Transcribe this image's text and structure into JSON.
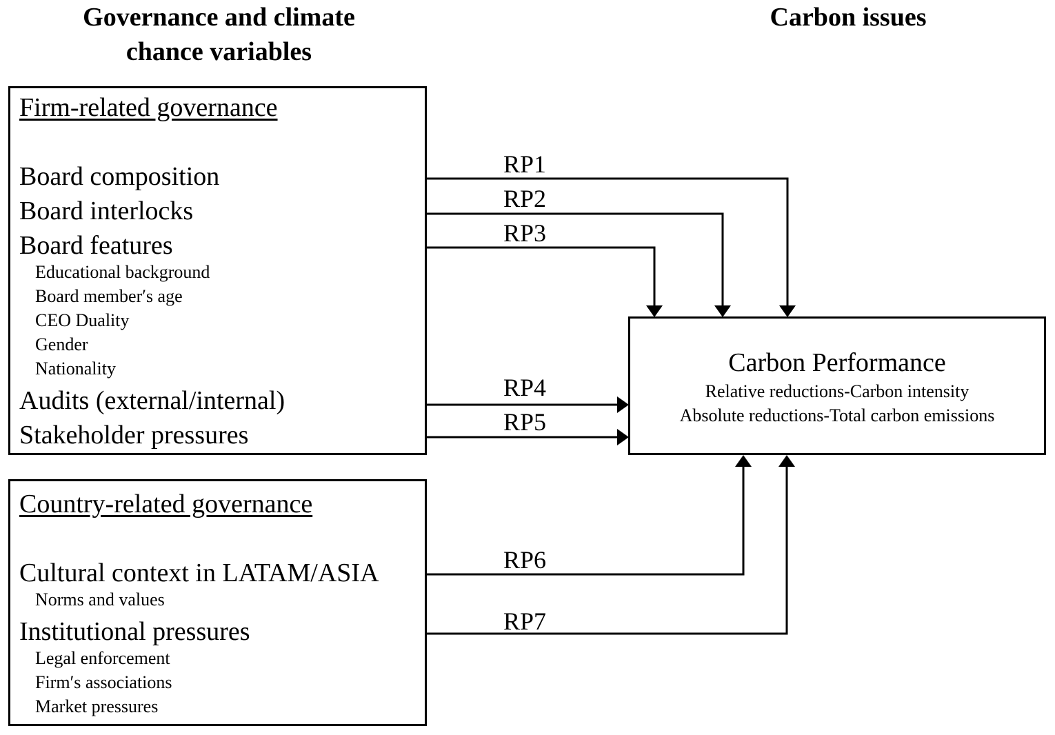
{
  "headers": {
    "left_line1": "Governance and climate",
    "left_line2": "chance variables",
    "right": "Carbon issues"
  },
  "firm_box": {
    "title": "Firm-related governance",
    "items": [
      {
        "label": "Board composition"
      },
      {
        "label": "Board interlocks"
      },
      {
        "label": "Board features",
        "sub": [
          "Educational background",
          "Board member′s age",
          "CEO Duality",
          "Gender",
          "Nationality"
        ]
      },
      {
        "label": "Audits (external/internal)"
      },
      {
        "label": "Stakeholder pressures"
      }
    ]
  },
  "country_box": {
    "title": "Country-related governance",
    "items": [
      {
        "label": "Cultural context in LATAM/ASIA",
        "sub": [
          "Norms and values"
        ]
      },
      {
        "label": "Institutional pressures",
        "sub": [
          "Legal enforcement",
          "Firm′s associations",
          "Market pressures"
        ]
      }
    ]
  },
  "outcome_box": {
    "title": "Carbon Performance",
    "lines": [
      "Relative reductions-Carbon intensity",
      "Absolute reductions-Total carbon emissions"
    ]
  },
  "links": [
    {
      "label": "RP1",
      "from": "Board composition"
    },
    {
      "label": "RP2",
      "from": "Board interlocks"
    },
    {
      "label": "RP3",
      "from": "Board features"
    },
    {
      "label": "RP4",
      "from": "Audits (external/internal)"
    },
    {
      "label": "RP5",
      "from": "Stakeholder pressures"
    },
    {
      "label": "RP6",
      "from": "Cultural context in LATAM/ASIA"
    },
    {
      "label": "RP7",
      "from": "Institutional pressures"
    }
  ]
}
